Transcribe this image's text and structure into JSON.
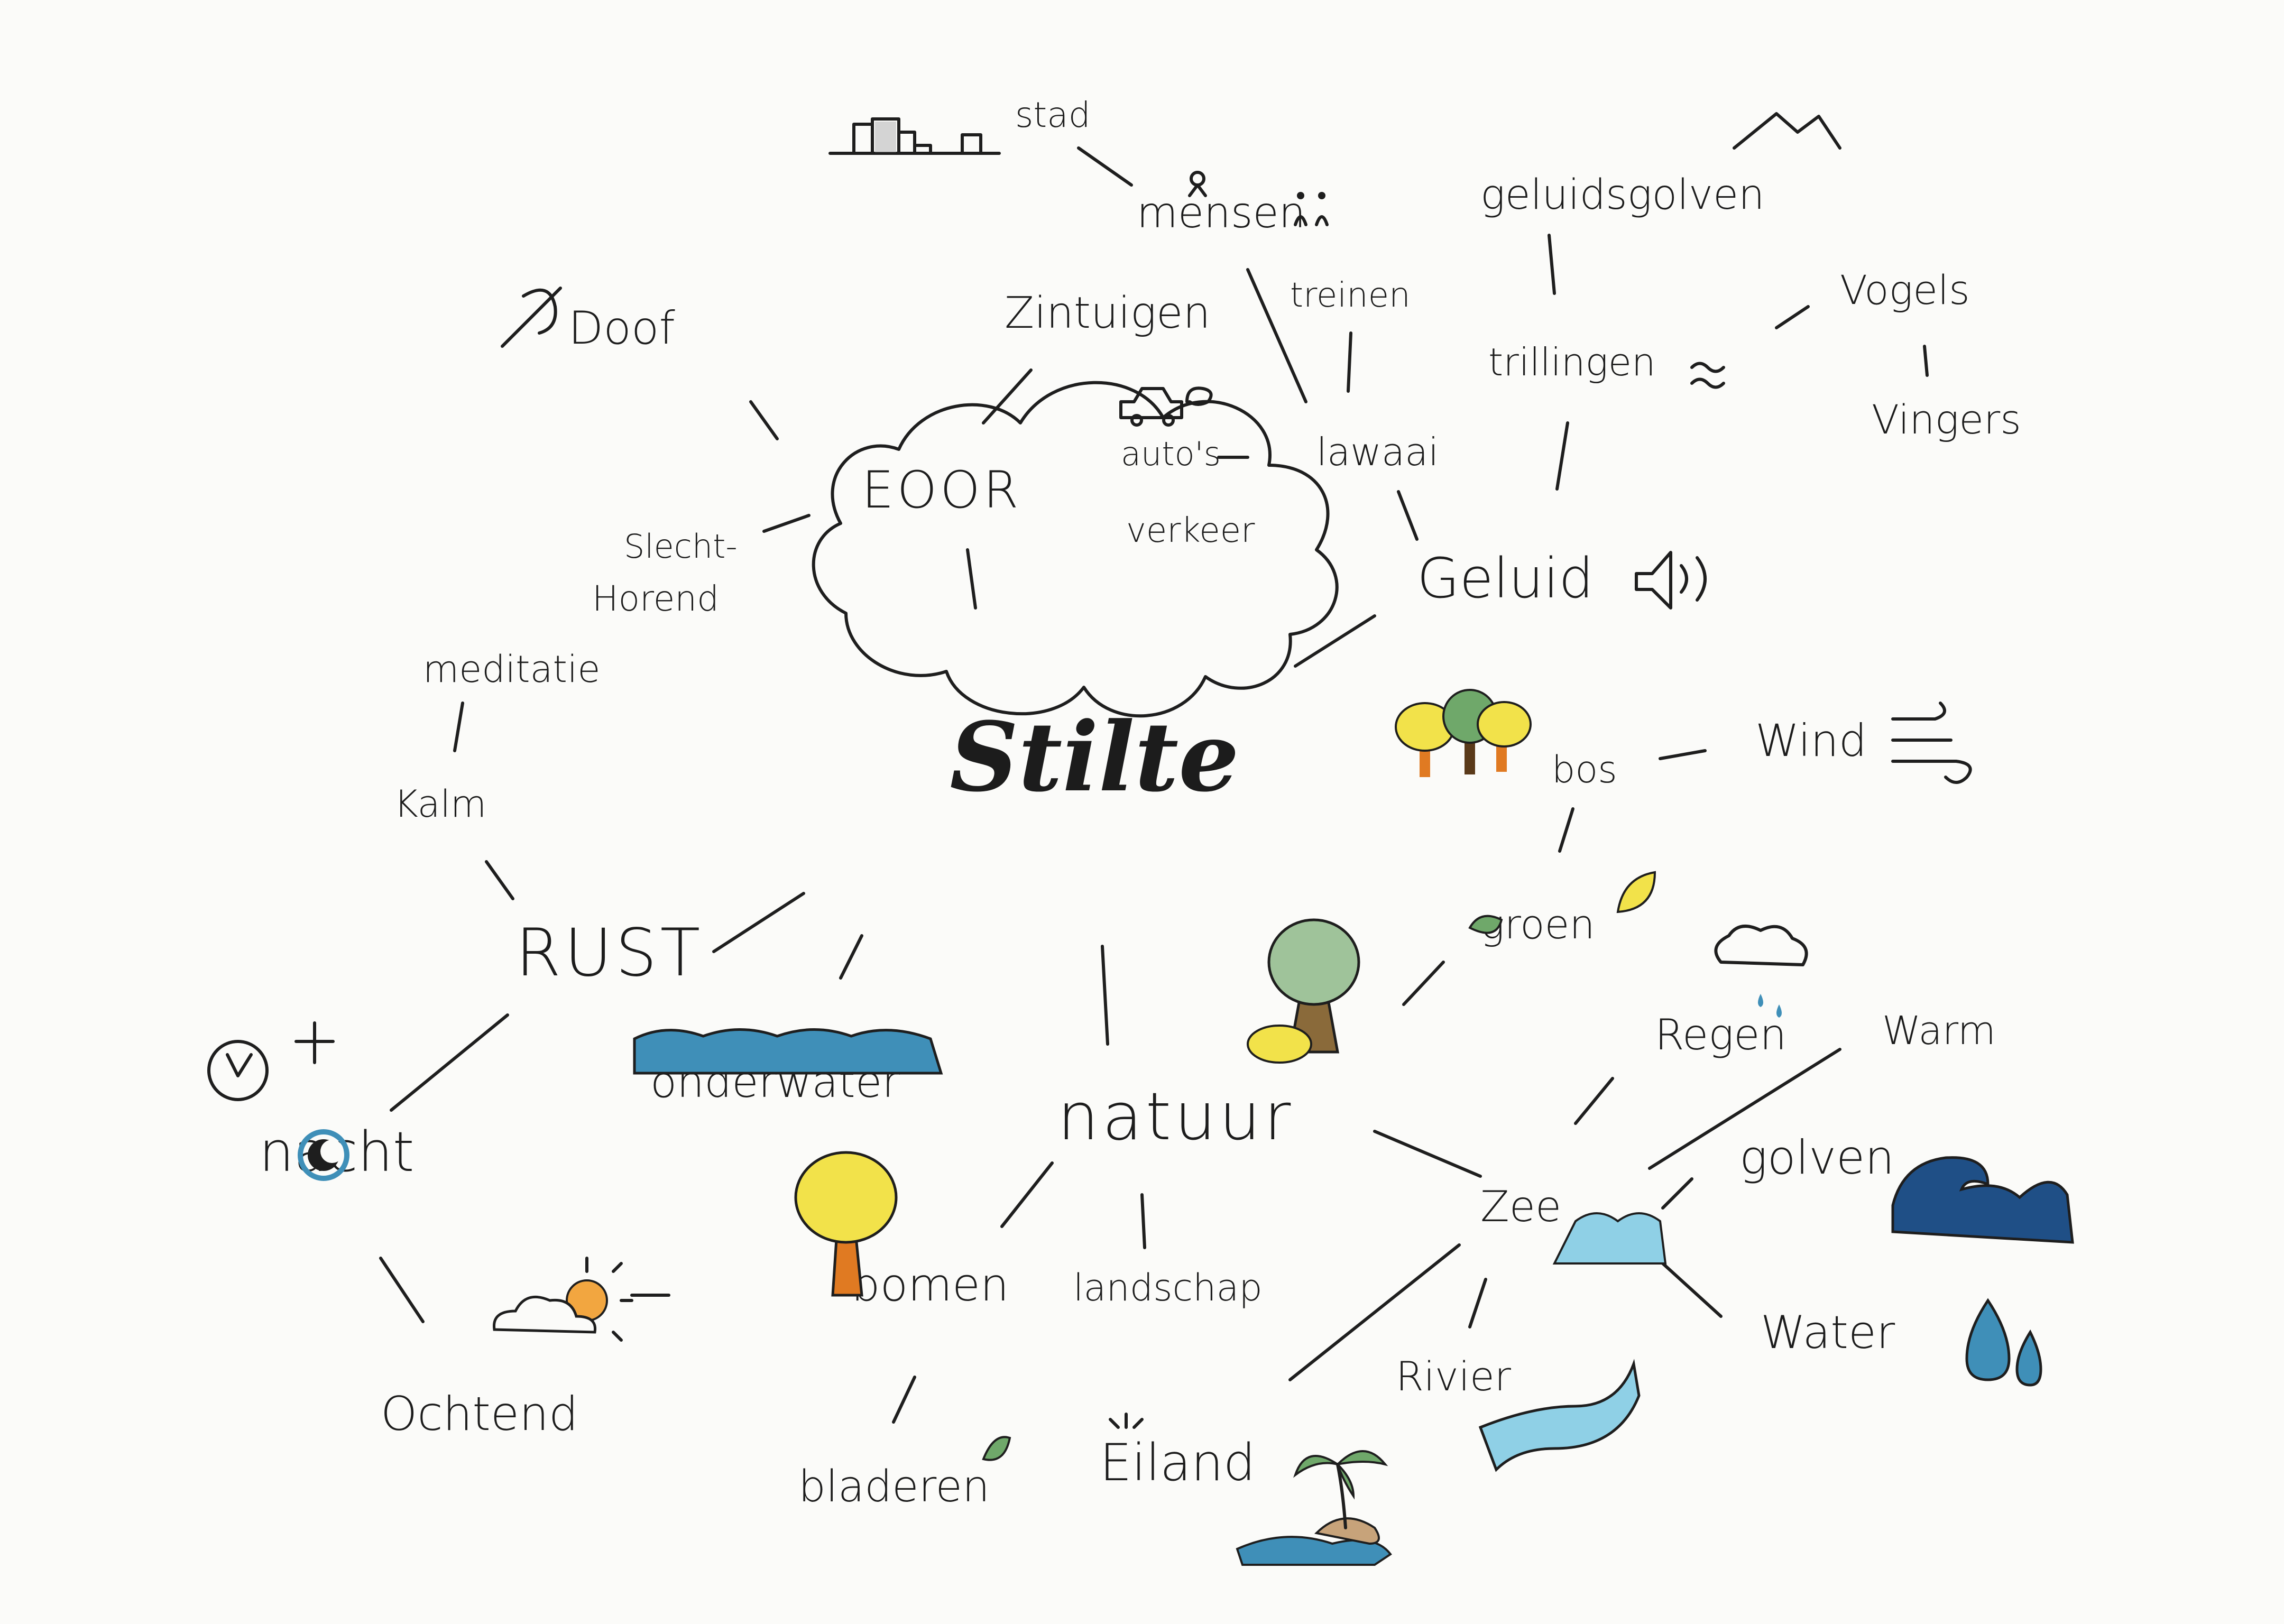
{
  "center": "Stilte",
  "branches": {
    "oor": "EOOR",
    "rust": "RUST",
    "natuur": "natuur",
    "geluid": "Geluid"
  },
  "words": {
    "stad": "stad",
    "mensen": "mensen",
    "zintuigen": "Zintuigen",
    "treinen": "treinen",
    "doof": "Doof",
    "autos": "auto's",
    "verkeer": "verkeer",
    "lawaai": "lawaai",
    "slecht": "Slecht-",
    "horend": "Horend",
    "geluidsgolven": "geluidsgolven",
    "trillingen": "trillingen",
    "vogels": "Vogels",
    "vingers": "Vingers",
    "meditatie": "meditatie",
    "kalm": "Kalm",
    "bos": "bos",
    "wind": "Wind",
    "groen": "groen",
    "regen": "Regen",
    "warm": "Warm",
    "nacht": "nacht",
    "onderwater": "onderwater",
    "golven": "golven",
    "zee": "Zee",
    "bomen": "bomen",
    "landschap": "landschap",
    "water": "Water",
    "ochtend": "Ochtend",
    "rivier": "Rivier",
    "bladeren": "bladeren",
    "eiland": "Eiland"
  },
  "colors": {
    "ink": "#1e1e1e",
    "water_blue": "#3f8fb8",
    "deep_blue": "#1f4f86",
    "light_blue": "#8fd0e6",
    "tree_yellow": "#f2e24a",
    "tree_green": "#6fa86a",
    "trunk_orange": "#e07a22",
    "sun_orange": "#f2a640"
  },
  "icons": [
    "city-skyline-icon",
    "person-icon",
    "crossed-ear-icon",
    "car-icon",
    "speaker-icon",
    "mountain-icon",
    "trees-icon",
    "wind-icon",
    "leaf-icon",
    "tree-icon",
    "rain-cloud-icon",
    "clock-icon",
    "star-icon",
    "moon-icon",
    "wave-icon",
    "big-wave-icon",
    "tree-orange-icon",
    "sun-cloud-icon",
    "river-icon",
    "water-drops-icon",
    "palm-island-icon",
    "sun-rays-icon"
  ]
}
